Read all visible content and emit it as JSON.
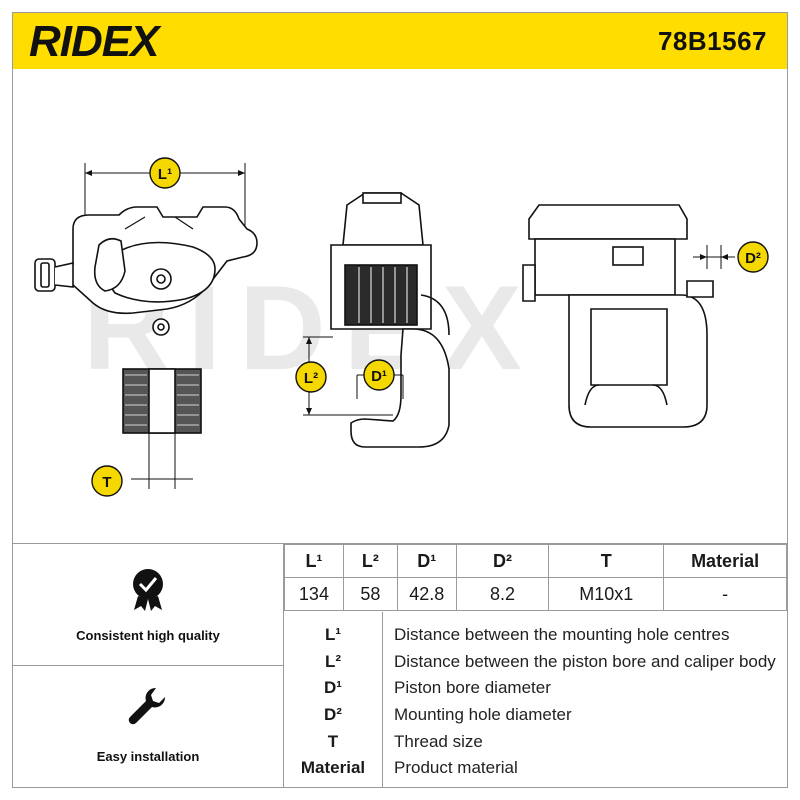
{
  "header": {
    "brand": "RIDEX",
    "part_number": "78B1567",
    "colors": {
      "brand_yellow": "#ffdd00",
      "text": "#111111",
      "marker_yellow": "#f5d800"
    }
  },
  "drawing": {
    "watermark": "RIDEX",
    "callouts": {
      "l1": "L¹",
      "l2": "L²",
      "d1": "D¹",
      "d2": "D²",
      "t": "T"
    }
  },
  "features": [
    {
      "icon": "quality-check-badge-icon",
      "label": "Consistent high quality"
    },
    {
      "icon": "wrench-icon",
      "label": "Easy installation"
    }
  ],
  "spec_table": {
    "headers": [
      "L¹",
      "L²",
      "D¹",
      "D²",
      "T",
      "Material"
    ],
    "values": [
      "134",
      "58",
      "42.8",
      "8.2",
      "M10x1",
      "-"
    ]
  },
  "legend": [
    {
      "key": "L¹",
      "text": "Distance between the mounting hole centres"
    },
    {
      "key": "L²",
      "text": "Distance between the piston bore and caliper body"
    },
    {
      "key": "D¹",
      "text": "Piston bore diameter"
    },
    {
      "key": "D²",
      "text": "Mounting hole diameter"
    },
    {
      "key": "T",
      "text": "Thread size"
    },
    {
      "key": "Material",
      "text": "Product material"
    }
  ]
}
